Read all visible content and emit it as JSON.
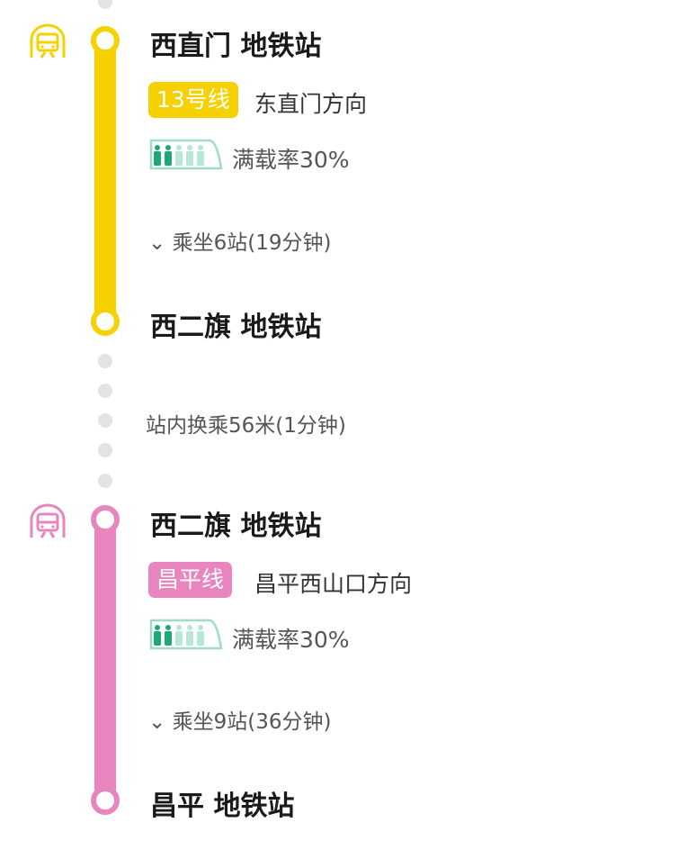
{
  "colors": {
    "line13": "#F7D000",
    "changping": "#E985BE",
    "crowd": "#1fa77a",
    "dot": "#e3e3e3"
  },
  "segments": [
    {
      "board_station": "西直门 地铁站",
      "line_name": "13号线",
      "direction": "东直门方向",
      "load": "满载率30%",
      "ride": "乘坐6站(19分钟)",
      "alight_station": "西二旗 地铁站",
      "load_fraction": 0.3
    },
    {
      "board_station": "西二旗 地铁站",
      "line_name": "昌平线",
      "direction": "昌平西山口方向",
      "load": "满载率30%",
      "ride": "乘坐9站(36分钟)",
      "alight_station": "昌平 地铁站",
      "load_fraction": 0.3
    }
  ],
  "transfer": "站内换乘56米(1分钟)"
}
